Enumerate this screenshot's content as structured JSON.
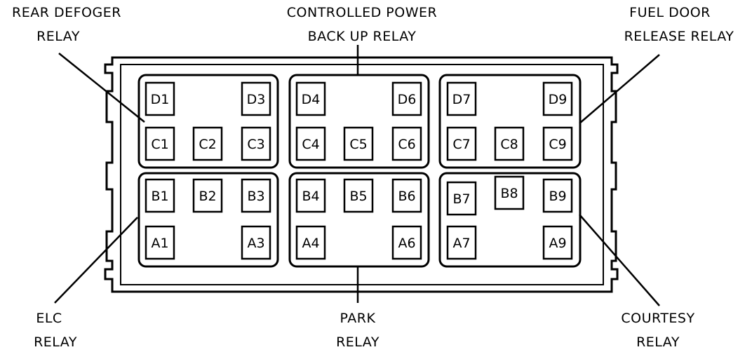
{
  "callouts": {
    "rear_defoger": [
      "REAR DEFOGER",
      "RELAY"
    ],
    "controlled_power": [
      "CONTROLLED POWER",
      "BACK UP RELAY"
    ],
    "fuel_door": [
      "FUEL DOOR",
      "RELEASE RELAY"
    ],
    "elc": [
      "ELC",
      "RELAY"
    ],
    "park": [
      "PARK",
      "RELAY"
    ],
    "courtesy": [
      "COURTESY",
      "RELAY"
    ]
  },
  "relays": {
    "rear_defoger": [
      "D1",
      "D3",
      "C1",
      "C2",
      "C3"
    ],
    "controlled_power": [
      "D4",
      "D6",
      "C4",
      "C5",
      "C6"
    ],
    "fuel_door": [
      "D7",
      "D9",
      "C7",
      "C8",
      "C9"
    ],
    "elc": [
      "B1",
      "B2",
      "B3",
      "A1",
      "A3"
    ],
    "park": [
      "B4",
      "B5",
      "B6",
      "A4",
      "A6"
    ],
    "courtesy": [
      "B7",
      "B8",
      "B9",
      "A7",
      "A9"
    ]
  }
}
